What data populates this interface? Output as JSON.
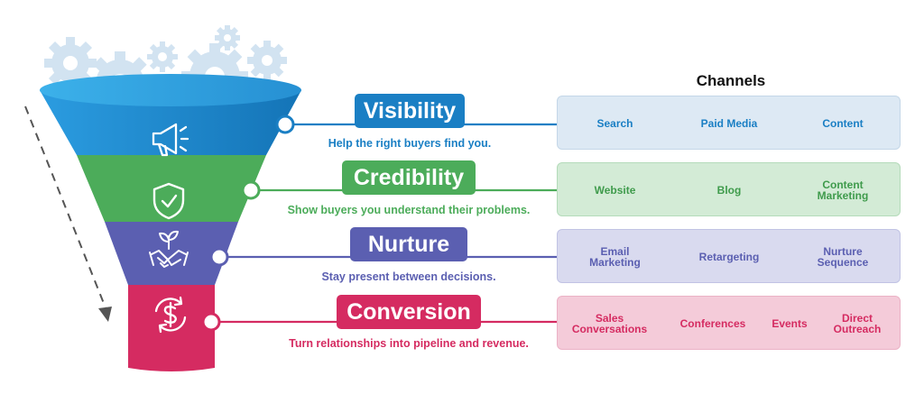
{
  "channels_title": "Channels",
  "colors": {
    "visibility": "#1a7fc4",
    "credibility": "#4cac5a",
    "nurture": "#5b5fb1",
    "conversion": "#d52b61",
    "gear": "#d6e6f3"
  },
  "stages": [
    {
      "label": "Visibility",
      "description": "Help the right buyers find you.",
      "icon": "megaphone-icon",
      "channels": [
        "Search",
        "Paid Media",
        "Content"
      ]
    },
    {
      "label": "Credibility",
      "description": "Show buyers you understand their problems.",
      "icon": "shield-check-icon",
      "channels": [
        "Website",
        "Blog",
        "Content\nMarketing"
      ]
    },
    {
      "label": "Nurture",
      "description": "Stay present between decisions.",
      "icon": "handshake-plant-icon",
      "channels": [
        "Email\nMarketing",
        "Retargeting",
        "Nurture\nSequence"
      ]
    },
    {
      "label": "Conversion",
      "description": "Turn relationships into pipeline and revenue.",
      "icon": "dollar-cycle-icon",
      "channels": [
        "Sales\nConversations",
        "Conferences",
        "Events",
        "Direct\nOutreach"
      ]
    }
  ]
}
